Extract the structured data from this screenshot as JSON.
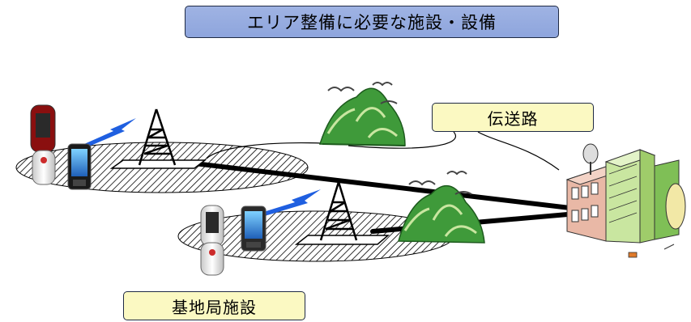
{
  "title": "エリア整備に必要な施設・設備",
  "labels": {
    "transmission_line": "伝送路",
    "base_station_facility": "基地局施設"
  },
  "colors": {
    "title_fill": "#9fb3e3",
    "label_fill": "#fbf9c2",
    "box_border": "#1f2a44",
    "signal": "#1f5fe0",
    "mountain": "#3f9a3a",
    "building": "#e9b8a6"
  }
}
